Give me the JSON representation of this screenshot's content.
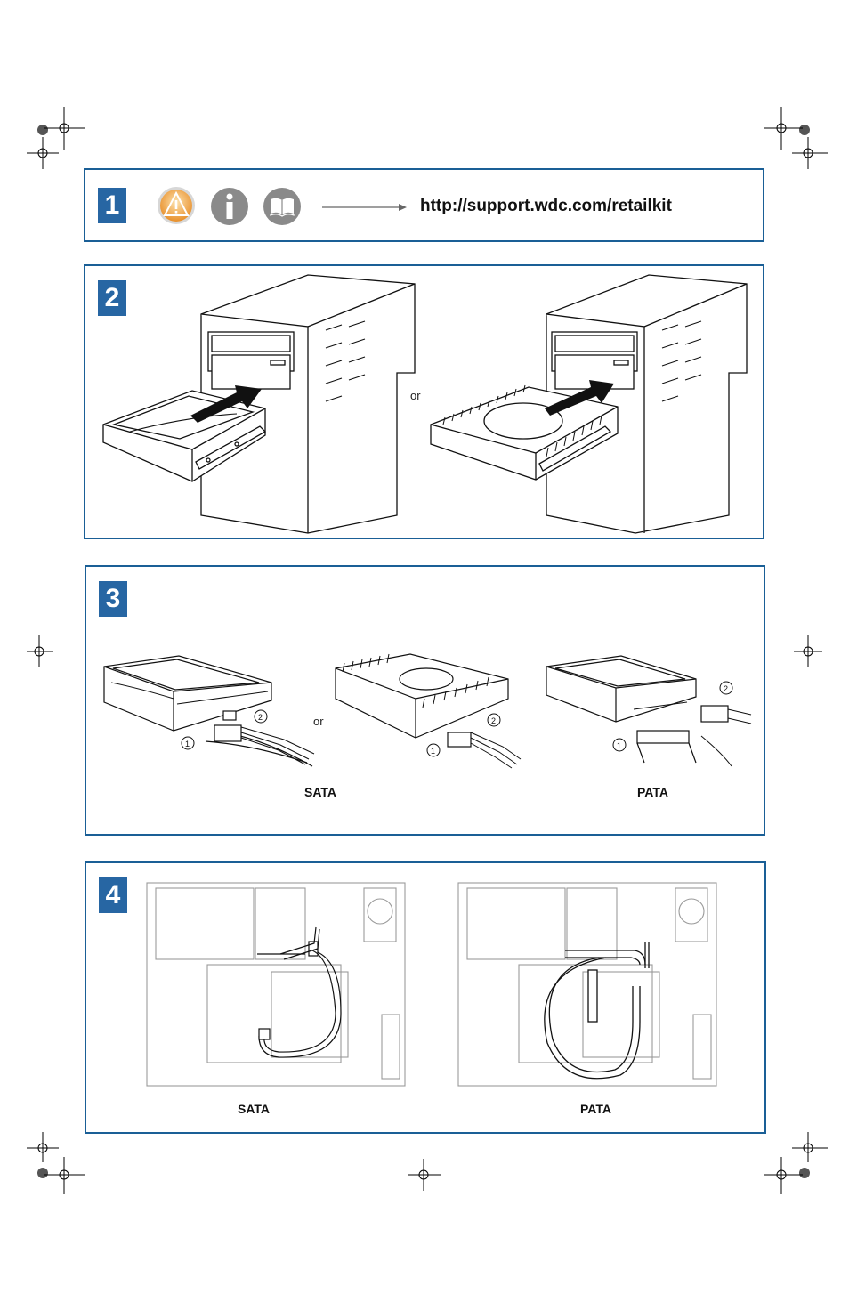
{
  "step1": {
    "number": "1",
    "icons": [
      "warning-icon",
      "info-icon",
      "book-icon"
    ],
    "url": "http://support.wdc.com/retailkit"
  },
  "step2": {
    "number": "2",
    "or_label": "or"
  },
  "step3": {
    "number": "3",
    "or_label": "or",
    "callouts": [
      "1",
      "2",
      "1",
      "2",
      "1",
      "2"
    ],
    "sata_label": "SATA",
    "pata_label": "PATA"
  },
  "step4": {
    "number": "4",
    "sata_label": "SATA",
    "pata_label": "PATA"
  },
  "colors": {
    "panel_border": "#1a5f96",
    "badge": "#2766a3",
    "warning": "#f0a030",
    "gray_icon": "#8a8a8a"
  }
}
